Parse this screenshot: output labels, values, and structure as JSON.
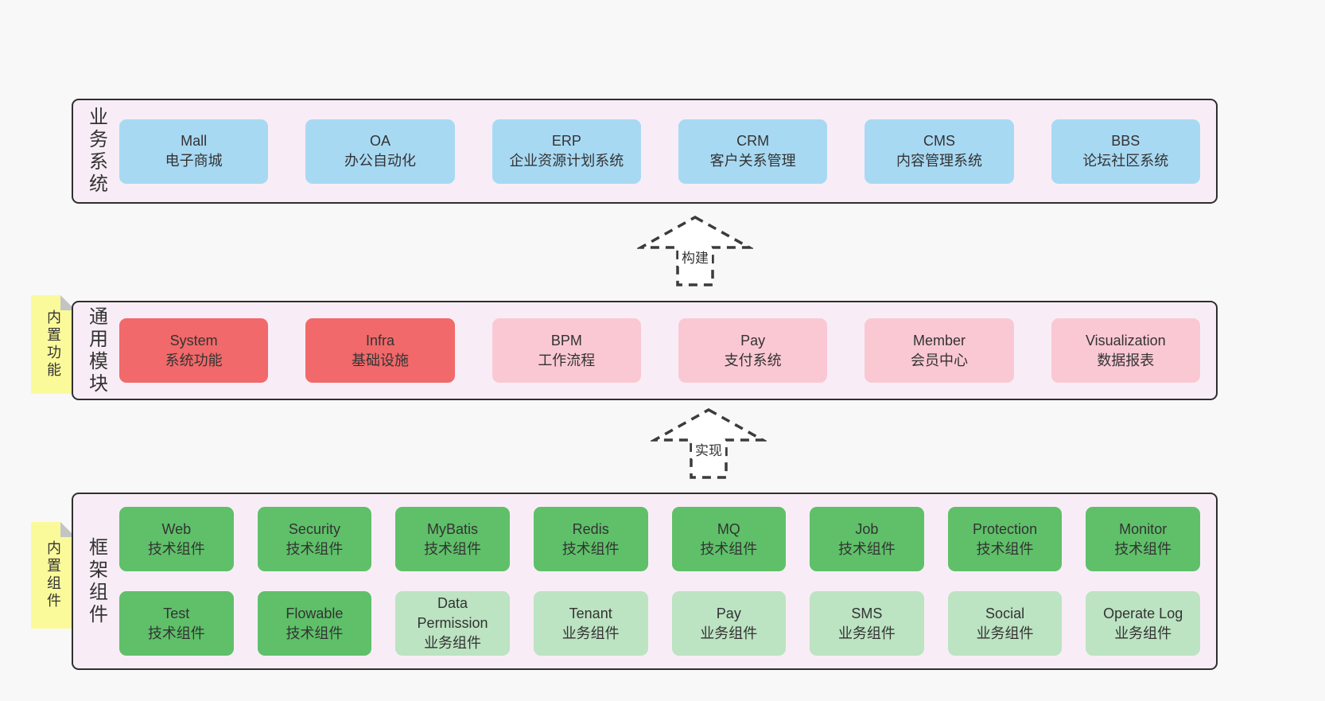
{
  "colors": {
    "page-bg": "#f8f8f8",
    "band-bg": "#f8edf6",
    "band-border": "#2f2f2f",
    "box-blue": "#a8d9f3",
    "box-red": "#f1696a",
    "box-pink": "#fac8d3",
    "box-green": "#5fc069",
    "box-green-light": "#bce3c2",
    "sticky-yellow": "#fbfa9b",
    "sticky-fold": "#c4c4c4",
    "text": "#3a3a3a",
    "arrow-stroke": "#3b3b3b",
    "arrow-fill": "#ffffff"
  },
  "bands": {
    "business": {
      "label": "业务系统",
      "boxes": [
        {
          "name": "Mall",
          "subtitle": "电子商城"
        },
        {
          "name": "OA",
          "subtitle": "办公自动化"
        },
        {
          "name": "ERP",
          "subtitle": "企业资源计划系统"
        },
        {
          "name": "CRM",
          "subtitle": "客户关系管理"
        },
        {
          "name": "CMS",
          "subtitle": "内容管理系统"
        },
        {
          "name": "BBS",
          "subtitle": "论坛社区系统"
        }
      ]
    },
    "modules": {
      "label": "通用模块",
      "sticky": "内置功能",
      "boxes": [
        {
          "name": "System",
          "subtitle": "系统功能"
        },
        {
          "name": "Infra",
          "subtitle": "基础设施"
        },
        {
          "name": "BPM",
          "subtitle": "工作流程"
        },
        {
          "name": "Pay",
          "subtitle": "支付系统"
        },
        {
          "name": "Member",
          "subtitle": "会员中心"
        },
        {
          "name": "Visualization",
          "subtitle": "数据报表"
        }
      ]
    },
    "framework": {
      "label": "框架组件",
      "sticky": "内置组件",
      "row1": [
        {
          "name": "Web",
          "subtitle": "技术组件"
        },
        {
          "name": "Security",
          "subtitle": "技术组件"
        },
        {
          "name": "MyBatis",
          "subtitle": "技术组件"
        },
        {
          "name": "Redis",
          "subtitle": "技术组件"
        },
        {
          "name": "MQ",
          "subtitle": "技术组件"
        },
        {
          "name": "Job",
          "subtitle": "技术组件"
        },
        {
          "name": "Protection",
          "subtitle": "技术组件"
        },
        {
          "name": "Monitor",
          "subtitle": "技术组件"
        }
      ],
      "row2": [
        {
          "name": "Test",
          "subtitle": "技术组件"
        },
        {
          "name": "Flowable",
          "subtitle": "技术组件"
        },
        {
          "name": "Data Permission",
          "subtitle": "业务组件"
        },
        {
          "name": "Tenant",
          "subtitle": "业务组件"
        },
        {
          "name": "Pay",
          "subtitle": "业务组件"
        },
        {
          "name": "SMS",
          "subtitle": "业务组件"
        },
        {
          "name": "Social",
          "subtitle": "业务组件"
        },
        {
          "name": "Operate Log",
          "subtitle": "业务组件"
        }
      ]
    }
  },
  "arrows": [
    {
      "label": "构建"
    },
    {
      "label": "实现"
    }
  ]
}
